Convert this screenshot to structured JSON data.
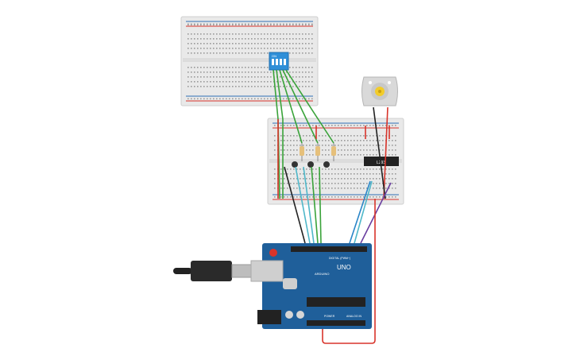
{
  "workspace": {
    "background": "#ffffff"
  },
  "breadboard_top": {
    "color": "#e9e9e9",
    "rail_red": "#d8342b",
    "rail_blue": "#2f6fb5"
  },
  "breadboard_bottom": {
    "color": "#e9e9e9"
  },
  "dip_switch": {
    "label": "ON",
    "color": "#2f8fd8"
  },
  "motor": {
    "color": "#d9d9d9",
    "shaft_color": "#f2cc2a"
  },
  "driver_ic": {
    "label": "L293"
  },
  "arduino": {
    "board_color": "#1f5f9a",
    "logo_text": "UNO",
    "brand": "ARDUINO",
    "digital_label": "DIGITAL (PWM~)",
    "power_label": "POWER",
    "analog_label": "ANALOG IN"
  },
  "wire_colors": {
    "green": "#3aa33a",
    "red": "#d8342b",
    "black": "#222222",
    "cyan": "#4fb7c9",
    "blue": "#2a86c8",
    "purple": "#6a3fa0",
    "yellow": "#e3b51b"
  }
}
